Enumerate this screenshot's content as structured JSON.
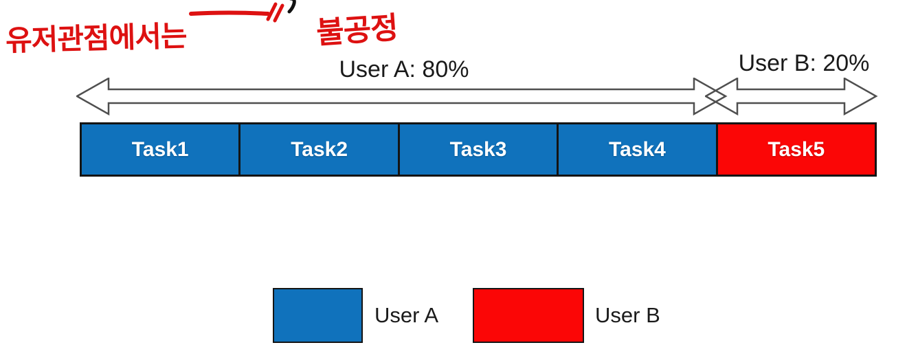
{
  "annotations": {
    "handwritten_note_left": "유저관점에서는",
    "handwritten_note_right": "불공정",
    "ink_color": "#dd1111"
  },
  "diagram": {
    "user_a_span_label": "User A: 80%",
    "user_b_span_label": "User B: 20%",
    "user_a_percent": 80,
    "user_b_percent": 20,
    "tasks": [
      {
        "label": "Task1",
        "owner": "User A",
        "color": "#1072BC"
      },
      {
        "label": "Task2",
        "owner": "User A",
        "color": "#1072BC"
      },
      {
        "label": "Task3",
        "owner": "User A",
        "color": "#1072BC"
      },
      {
        "label": "Task4",
        "owner": "User A",
        "color": "#1072BC"
      },
      {
        "label": "Task5",
        "owner": "User B",
        "color": "#FB0606"
      }
    ]
  },
  "legend": {
    "items": [
      {
        "label": "User A",
        "color": "#1072BC"
      },
      {
        "label": "User B",
        "color": "#FB0606"
      }
    ]
  },
  "colors": {
    "user_a_blue": "#1072BC",
    "user_b_red": "#FB0606",
    "arrow_outline": "#4f4f4f",
    "box_border": "#141414",
    "label_text": "#1a1a1a"
  }
}
